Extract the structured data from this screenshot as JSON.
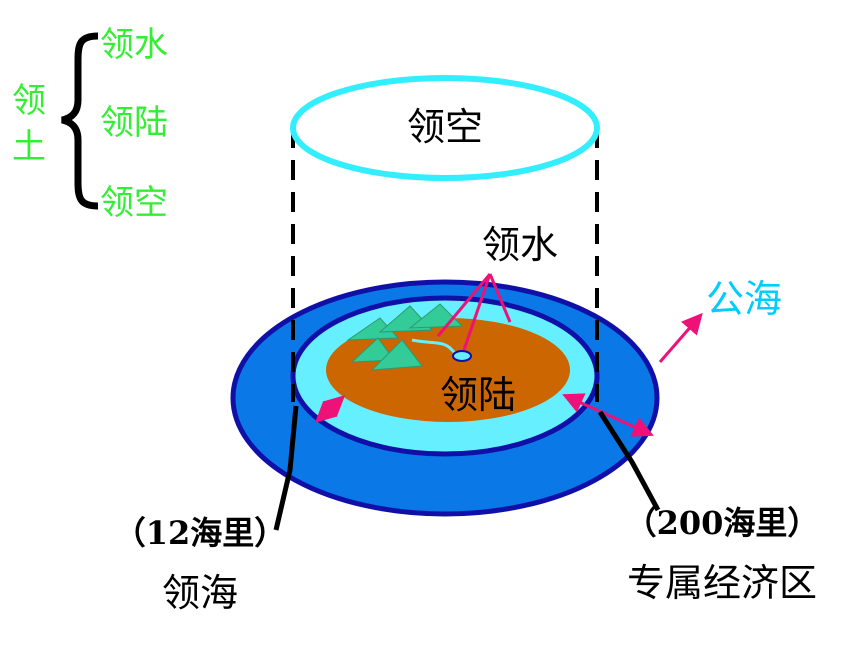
{
  "legend": {
    "territory_label": "领土",
    "items": [
      "领水",
      "领陆",
      "领空"
    ]
  },
  "labels": {
    "airspace": "领空",
    "territorial_water": "领水",
    "land": "领陆",
    "high_seas": "公海",
    "territorial_sea_distance": "（12海里）",
    "territorial_sea": "领海",
    "eez_distance": "（200海里）",
    "eez": "专属经济区"
  },
  "colors": {
    "legend_green": "#33ee33",
    "airspace_stroke": "#33eeff",
    "eez_fill": "#0a78e6",
    "ring_stroke": "#1010a8",
    "territorial_sea_fill": "#66f0ff",
    "land_fill": "#cc6600",
    "mountain": "#33cc99",
    "arrow_pink": "#ee1177",
    "high_seas_cyan": "#00ccff"
  }
}
